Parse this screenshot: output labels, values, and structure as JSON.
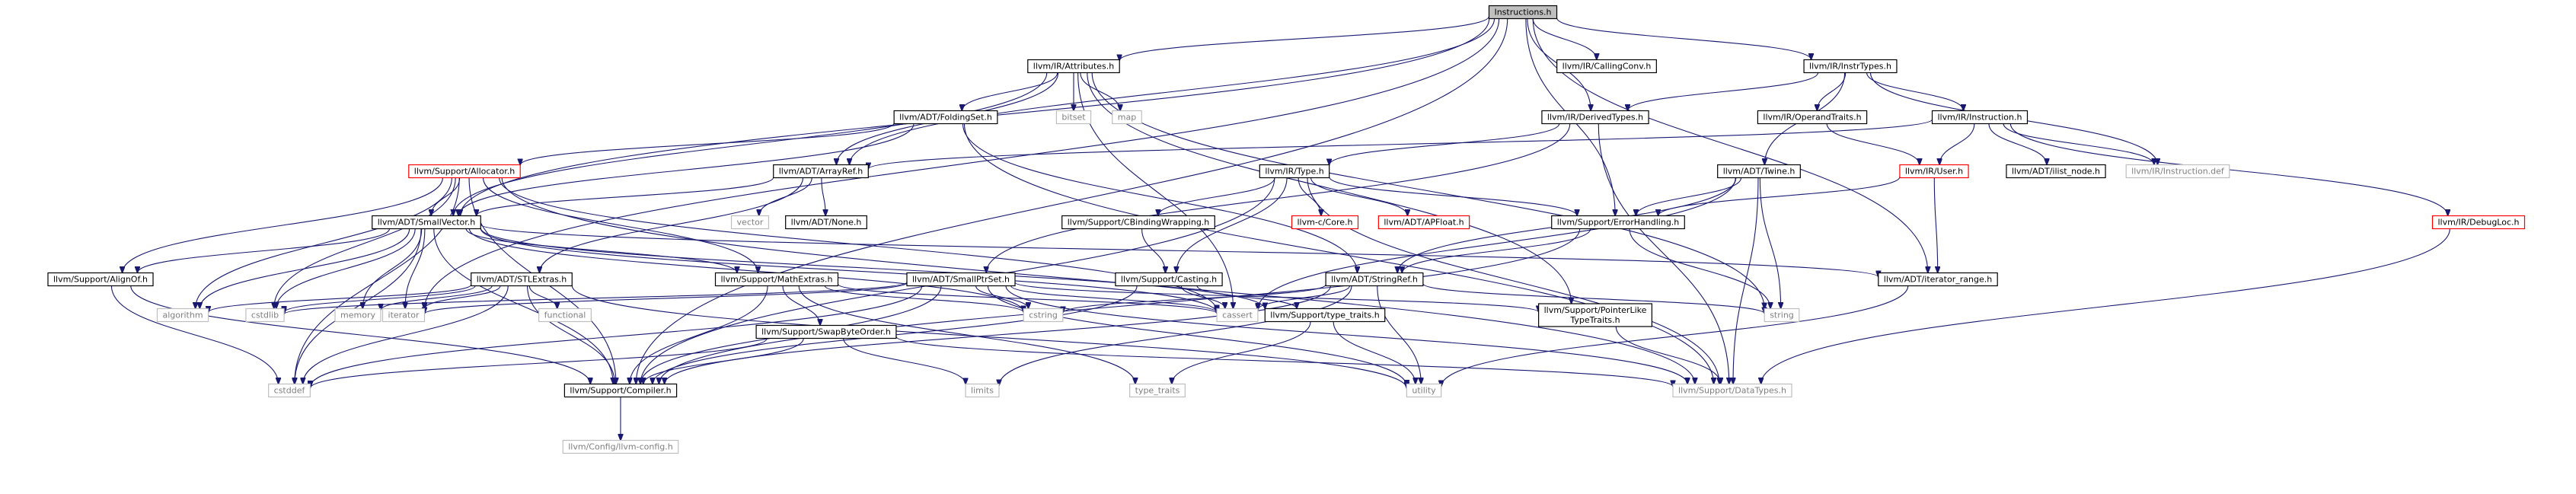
{
  "colors": {
    "edge": "#191970",
    "focus_fill": "#bfbfbf",
    "focus_border": "#000000",
    "documented_border": "#000000",
    "undocumented_border": "#ff0000",
    "system_border": "#bfbfbf",
    "system_text": "#7f7f7f",
    "text": "#000000"
  },
  "nodes": [
    {
      "id": "instructions",
      "label": "Instructions.h",
      "kind": "focus"
    },
    {
      "id": "attributes",
      "label": "llvm/IR/Attributes.h",
      "kind": "doc"
    },
    {
      "id": "callingconv",
      "label": "llvm/IR/CallingConv.h",
      "kind": "doc"
    },
    {
      "id": "instrtypes",
      "label": "llvm/IR/InstrTypes.h",
      "kind": "doc"
    },
    {
      "id": "foldingset",
      "label": "llvm/ADT/FoldingSet.h",
      "kind": "doc"
    },
    {
      "id": "bitset",
      "label": "bitset",
      "kind": "sys"
    },
    {
      "id": "map",
      "label": "map",
      "kind": "sys"
    },
    {
      "id": "derivedtypes",
      "label": "llvm/IR/DerivedTypes.h",
      "kind": "doc"
    },
    {
      "id": "operandtraits",
      "label": "llvm/IR/OperandTraits.h",
      "kind": "doc"
    },
    {
      "id": "instruction",
      "label": "llvm/IR/Instruction.h",
      "kind": "doc"
    },
    {
      "id": "allocator",
      "label": "llvm/Support/Allocator.h",
      "kind": "undoc"
    },
    {
      "id": "arrayref",
      "label": "llvm/ADT/ArrayRef.h",
      "kind": "doc"
    },
    {
      "id": "type",
      "label": "llvm/IR/Type.h",
      "kind": "doc"
    },
    {
      "id": "twine",
      "label": "llvm/ADT/Twine.h",
      "kind": "doc"
    },
    {
      "id": "user",
      "label": "llvm/IR/User.h",
      "kind": "undoc"
    },
    {
      "id": "ilistnode",
      "label": "llvm/ADT/ilist_node.h",
      "kind": "doc"
    },
    {
      "id": "instructiondef",
      "label": "llvm/IR/Instruction.def",
      "kind": "sys"
    },
    {
      "id": "smallvector",
      "label": "llvm/ADT/SmallVector.h",
      "kind": "doc"
    },
    {
      "id": "vector",
      "label": "vector",
      "kind": "sys"
    },
    {
      "id": "none",
      "label": "llvm/ADT/None.h",
      "kind": "doc"
    },
    {
      "id": "cbinding",
      "label": "llvm/Support/CBindingWrapping.h",
      "kind": "doc"
    },
    {
      "id": "ccore",
      "label": "llvm-c/Core.h",
      "kind": "undoc"
    },
    {
      "id": "apfloat",
      "label": "llvm/ADT/APFloat.h",
      "kind": "undoc"
    },
    {
      "id": "errorhandling",
      "label": "llvm/Support/ErrorHandling.h",
      "kind": "doc"
    },
    {
      "id": "debugloc",
      "label": "llvm/IR/DebugLoc.h",
      "kind": "undoc"
    },
    {
      "id": "alignof",
      "label": "llvm/Support/AlignOf.h",
      "kind": "doc"
    },
    {
      "id": "stlextras",
      "label": "llvm/ADT/STLExtras.h",
      "kind": "doc"
    },
    {
      "id": "mathextras",
      "label": "llvm/Support/MathExtras.h",
      "kind": "doc"
    },
    {
      "id": "smallptrset",
      "label": "llvm/ADT/SmallPtrSet.h",
      "kind": "doc"
    },
    {
      "id": "casting",
      "label": "llvm/Support/Casting.h",
      "kind": "doc"
    },
    {
      "id": "stringref",
      "label": "llvm/ADT/StringRef.h",
      "kind": "doc"
    },
    {
      "id": "iteratorrange",
      "label": "llvm/ADT/iterator_range.h",
      "kind": "doc"
    },
    {
      "id": "algorithm",
      "label": "algorithm",
      "kind": "sys"
    },
    {
      "id": "cstdlib",
      "label": "cstdlib",
      "kind": "sys"
    },
    {
      "id": "memory",
      "label": "memory",
      "kind": "sys"
    },
    {
      "id": "iterator",
      "label": "iterator",
      "kind": "sys"
    },
    {
      "id": "functional",
      "label": "functional",
      "kind": "sys"
    },
    {
      "id": "cstring",
      "label": "cstring",
      "kind": "sys"
    },
    {
      "id": "cassert",
      "label": "cassert",
      "kind": "sys"
    },
    {
      "id": "typetraitsh",
      "label": "llvm/Support/type_traits.h",
      "kind": "doc"
    },
    {
      "id": "ptrlike",
      "label": "llvm/Support/PointerLike\nTypeTraits.h",
      "kind": "doc"
    },
    {
      "id": "string",
      "label": "string",
      "kind": "sys"
    },
    {
      "id": "swapbyte",
      "label": "llvm/Support/SwapByteOrder.h",
      "kind": "doc"
    },
    {
      "id": "cstddef",
      "label": "cstddef",
      "kind": "sys"
    },
    {
      "id": "compiler",
      "label": "llvm/Support/Compiler.h",
      "kind": "doc"
    },
    {
      "id": "limits",
      "label": "limits",
      "kind": "sys"
    },
    {
      "id": "type_traits",
      "label": "type_traits",
      "kind": "sys"
    },
    {
      "id": "utility",
      "label": "utility",
      "kind": "sys"
    },
    {
      "id": "datatypes",
      "label": "llvm/Support/DataTypes.h",
      "kind": "sys"
    },
    {
      "id": "config",
      "label": "llvm/Config/llvm-config.h",
      "kind": "sys"
    }
  ],
  "edges": [
    [
      "instructions",
      "attributes"
    ],
    [
      "instructions",
      "callingconv"
    ],
    [
      "instructions",
      "instrtypes"
    ],
    [
      "instructions",
      "derivedtypes"
    ],
    [
      "instructions",
      "arrayref"
    ],
    [
      "instructions",
      "smallvector"
    ],
    [
      "instructions",
      "errorhandling"
    ],
    [
      "instructions",
      "iteratorrange"
    ],
    [
      "instructions",
      "compiler"
    ],
    [
      "instructions",
      "iterator"
    ],
    [
      "attributes",
      "foldingset"
    ],
    [
      "attributes",
      "bitset"
    ],
    [
      "attributes",
      "map"
    ],
    [
      "attributes",
      "arrayref"
    ],
    [
      "attributes",
      "ptrlike"
    ],
    [
      "attributes",
      "string"
    ],
    [
      "attributes",
      "cassert"
    ],
    [
      "attributes",
      "smallvector"
    ],
    [
      "instrtypes",
      "derivedtypes"
    ],
    [
      "instrtypes",
      "operandtraits"
    ],
    [
      "instrtypes",
      "instruction"
    ],
    [
      "instrtypes",
      "twine"
    ],
    [
      "instrtypes",
      "instructiondef"
    ],
    [
      "foldingset",
      "allocator"
    ],
    [
      "foldingset",
      "smallvector"
    ],
    [
      "foldingset",
      "stringref"
    ],
    [
      "foldingset",
      "datatypes"
    ],
    [
      "derivedtypes",
      "type"
    ],
    [
      "derivedtypes",
      "smallptrset"
    ],
    [
      "derivedtypes",
      "datatypes"
    ],
    [
      "operandtraits",
      "user"
    ],
    [
      "instruction",
      "arrayref"
    ],
    [
      "instruction",
      "user"
    ],
    [
      "instruction",
      "ilistnode"
    ],
    [
      "instruction",
      "instructiondef"
    ],
    [
      "instruction",
      "debugloc"
    ],
    [
      "allocator",
      "smallvector"
    ],
    [
      "allocator",
      "alignof"
    ],
    [
      "allocator",
      "mathextras"
    ],
    [
      "allocator",
      "cstddef"
    ],
    [
      "allocator",
      "cstdlib"
    ],
    [
      "allocator",
      "algorithm"
    ],
    [
      "allocator",
      "cassert"
    ],
    [
      "allocator",
      "datatypes"
    ],
    [
      "allocator",
      "compiler"
    ],
    [
      "arrayref",
      "smallvector"
    ],
    [
      "arrayref",
      "none"
    ],
    [
      "arrayref",
      "vector"
    ],
    [
      "arrayref",
      "stlextras"
    ],
    [
      "type",
      "cbinding"
    ],
    [
      "type",
      "ccore"
    ],
    [
      "type",
      "apfloat"
    ],
    [
      "type",
      "errorhandling"
    ],
    [
      "type",
      "casting"
    ],
    [
      "type",
      "datatypes"
    ],
    [
      "type",
      "compiler"
    ],
    [
      "twine",
      "errorhandling"
    ],
    [
      "twine",
      "stringref"
    ],
    [
      "twine",
      "cassert"
    ],
    [
      "twine",
      "string"
    ],
    [
      "twine",
      "datatypes"
    ],
    [
      "user",
      "errorhandling"
    ],
    [
      "user",
      "iteratorrange"
    ],
    [
      "smallvector",
      "alignof"
    ],
    [
      "smallvector",
      "mathextras"
    ],
    [
      "smallvector",
      "algorithm"
    ],
    [
      "smallvector",
      "cstdlib"
    ],
    [
      "smallvector",
      "memory"
    ],
    [
      "smallvector",
      "iterator"
    ],
    [
      "smallvector",
      "cstddef"
    ],
    [
      "smallvector",
      "cstring"
    ],
    [
      "smallvector",
      "cassert"
    ],
    [
      "smallvector",
      "typetraitsh"
    ],
    [
      "smallvector",
      "compiler"
    ],
    [
      "smallvector",
      "iteratorrange"
    ],
    [
      "cbinding",
      "casting"
    ],
    [
      "errorhandling",
      "stringref"
    ],
    [
      "errorhandling",
      "compiler"
    ],
    [
      "errorhandling",
      "string"
    ],
    [
      "debugloc",
      "datatypes"
    ],
    [
      "alignof",
      "compiler"
    ],
    [
      "alignof",
      "cstddef"
    ],
    [
      "stlextras",
      "algorithm"
    ],
    [
      "stlextras",
      "iterator"
    ],
    [
      "stlextras",
      "memory"
    ],
    [
      "stlextras",
      "cstdlib"
    ],
    [
      "stlextras",
      "functional"
    ],
    [
      "stlextras",
      "cstddef"
    ],
    [
      "stlextras",
      "utility"
    ],
    [
      "stlextras",
      "compiler"
    ],
    [
      "mathextras",
      "swapbyte"
    ],
    [
      "mathextras",
      "cstring"
    ],
    [
      "mathextras",
      "cassert"
    ],
    [
      "mathextras",
      "type_traits"
    ],
    [
      "mathextras",
      "compiler"
    ],
    [
      "smallptrset",
      "cassert"
    ],
    [
      "smallptrset",
      "ptrlike"
    ],
    [
      "smallptrset",
      "iterator"
    ],
    [
      "smallptrset",
      "cstddef"
    ],
    [
      "smallptrset",
      "cstring"
    ],
    [
      "smallptrset",
      "cstdlib"
    ],
    [
      "smallptrset",
      "utility"
    ],
    [
      "smallptrset",
      "compiler"
    ],
    [
      "smallptrset",
      "datatypes"
    ],
    [
      "casting",
      "cassert"
    ],
    [
      "casting",
      "typetraitsh"
    ],
    [
      "casting",
      "compiler"
    ],
    [
      "stringref",
      "cassert"
    ],
    [
      "stringref",
      "cstring"
    ],
    [
      "stringref",
      "string"
    ],
    [
      "stringref",
      "utility"
    ],
    [
      "stringref",
      "limits"
    ],
    [
      "stringref",
      "compiler"
    ],
    [
      "iteratorrange",
      "utility"
    ],
    [
      "typetraitsh",
      "utility"
    ],
    [
      "typetraitsh",
      "type_traits"
    ],
    [
      "ptrlike",
      "datatypes"
    ],
    [
      "swapbyte",
      "compiler"
    ],
    [
      "swapbyte",
      "datatypes"
    ],
    [
      "swapbyte",
      "cstddef"
    ],
    [
      "swapbyte",
      "limits"
    ],
    [
      "compiler",
      "config"
    ]
  ]
}
